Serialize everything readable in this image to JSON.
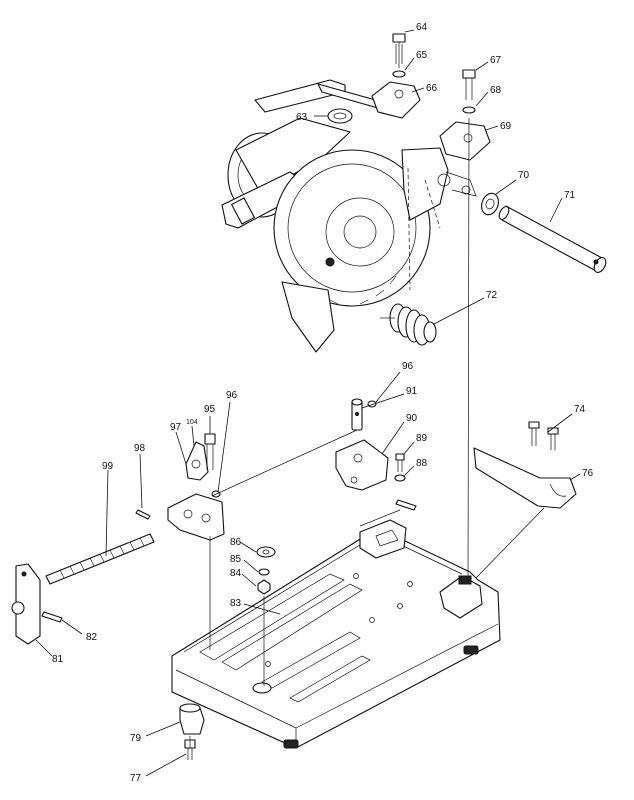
{
  "callouts": [
    {
      "id": "64",
      "label": "64"
    },
    {
      "id": "65",
      "label": "65"
    },
    {
      "id": "66",
      "label": "66"
    },
    {
      "id": "63",
      "label": "63"
    },
    {
      "id": "67",
      "label": "67"
    },
    {
      "id": "68",
      "label": "68"
    },
    {
      "id": "69",
      "label": "69"
    },
    {
      "id": "70",
      "label": "70"
    },
    {
      "id": "71",
      "label": "71"
    },
    {
      "id": "72",
      "label": "72"
    },
    {
      "id": "96a",
      "label": "96"
    },
    {
      "id": "91",
      "label": "91"
    },
    {
      "id": "90",
      "label": "90"
    },
    {
      "id": "89",
      "label": "89"
    },
    {
      "id": "88",
      "label": "88"
    },
    {
      "id": "74",
      "label": "74"
    },
    {
      "id": "76",
      "label": "76"
    },
    {
      "id": "104",
      "label": "104"
    },
    {
      "id": "95",
      "label": "95"
    },
    {
      "id": "96b",
      "label": "96"
    },
    {
      "id": "97",
      "label": "97"
    },
    {
      "id": "98",
      "label": "98"
    },
    {
      "id": "99",
      "label": "99"
    },
    {
      "id": "86",
      "label": "86"
    },
    {
      "id": "85",
      "label": "85"
    },
    {
      "id": "84",
      "label": "84"
    },
    {
      "id": "83",
      "label": "83"
    },
    {
      "id": "82",
      "label": "82"
    },
    {
      "id": "81",
      "label": "81"
    },
    {
      "id": "79",
      "label": "79"
    },
    {
      "id": "77",
      "label": "77"
    }
  ]
}
